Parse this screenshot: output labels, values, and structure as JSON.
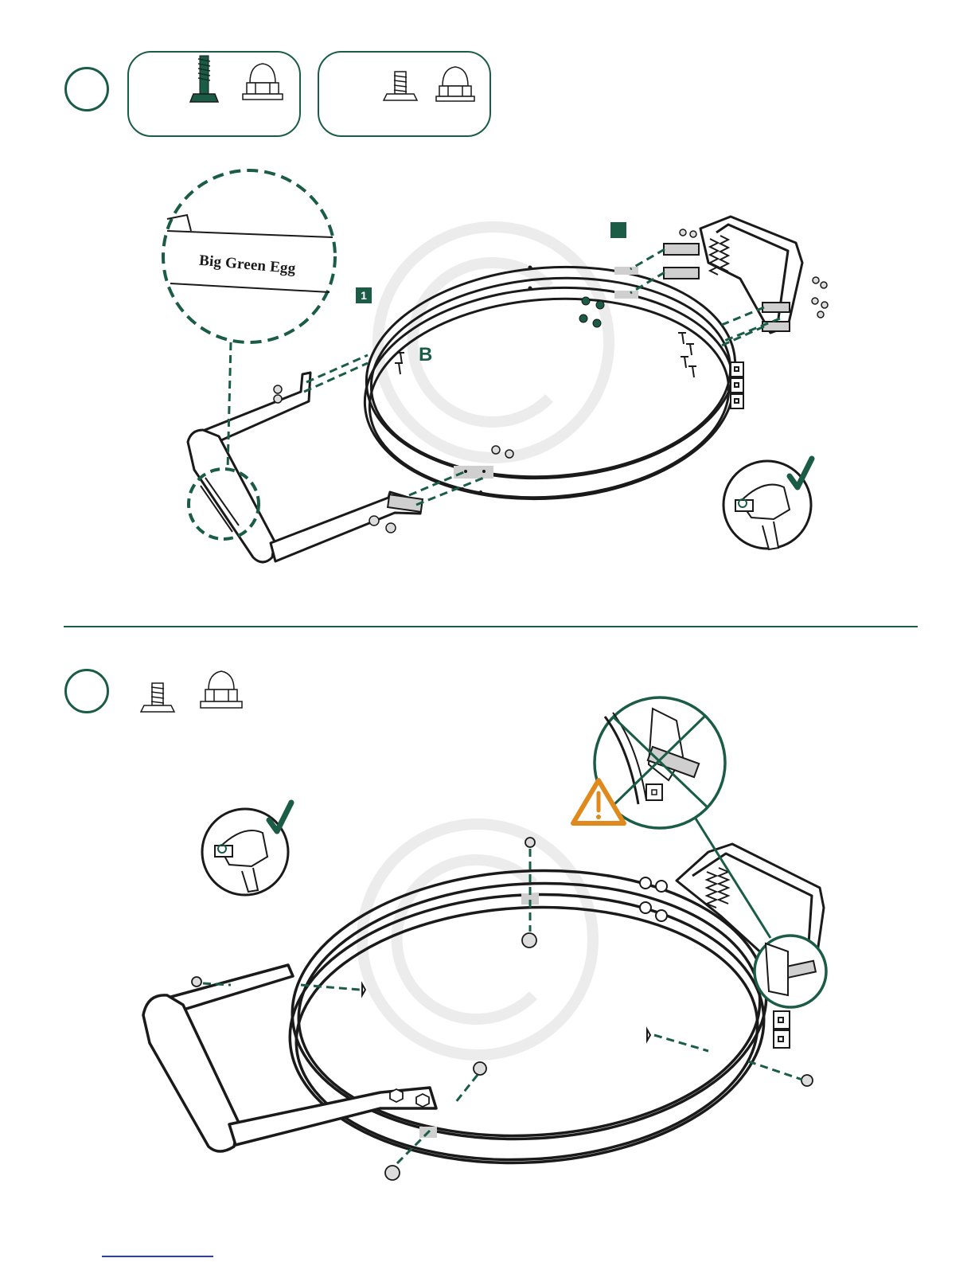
{
  "logo_text": "Big Green Egg",
  "part_tag_1": "1",
  "part_letter_b": "B",
  "colors": {
    "brand_green": "#1a5c45",
    "warning_orange": "#e08a1e",
    "outline": "#1a1a1a",
    "highlight_gray": "#cfcfcf",
    "watermark": "#ececec",
    "link_blue": "#2a3cc4"
  },
  "icons": {
    "step_1": "step-number-circle",
    "step_2": "step-number-circle",
    "hardware_a": [
      "carriage-bolt-icon",
      "acorn-nut-icon"
    ],
    "hardware_b": [
      "flat-head-bolt-icon",
      "acorn-nut-icon"
    ],
    "hardware_step2": [
      "flat-head-bolt-icon",
      "acorn-nut-icon"
    ],
    "verify": "checkmark-icon",
    "warning": "warning-triangle-icon",
    "wrong": "cross-out-icon",
    "watermark": "copyright-watermark-icon"
  }
}
